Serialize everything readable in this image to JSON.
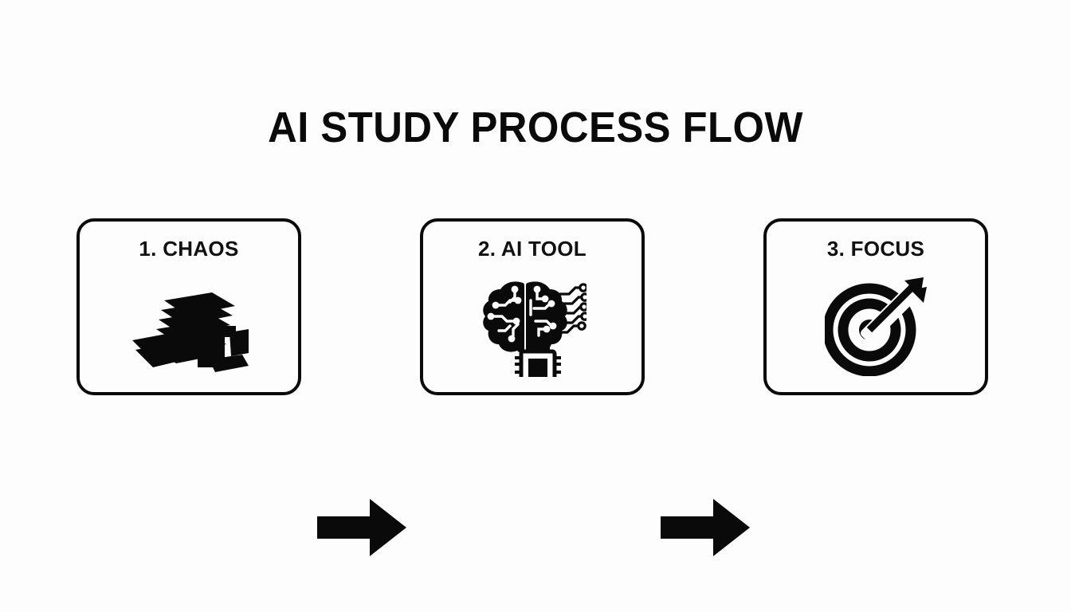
{
  "page": {
    "background_color": "#fdfdfd",
    "ink_color": "#0a0a0a",
    "title": "AI STUDY PROCESS FLOW"
  },
  "flow": {
    "steps": [
      {
        "label": "1. CHAOS",
        "icon": "paper-stack-icon",
        "icon_description": "messy stack of papers with scattered loose sheets"
      },
      {
        "label": "2. AI TOOL",
        "icon": "ai-brain-circuit-icon",
        "icon_description": "split brain with circuit traces and a microchip"
      },
      {
        "label": "3. FOCUS",
        "icon": "target-bullseye-arrow-icon",
        "icon_description": "concentric target rings struck by an arrow"
      }
    ],
    "arrows": [
      {
        "name": "arrow-step1-to-step2",
        "direction": "right"
      },
      {
        "name": "arrow-step2-to-step3",
        "direction": "right"
      }
    ]
  }
}
